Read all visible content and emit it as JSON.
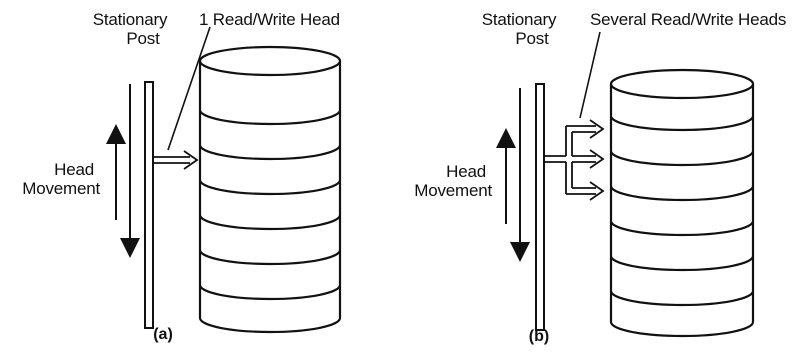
{
  "panel_a": {
    "post_label_line1": "Stationary",
    "post_label_line2": "Post",
    "head_label": "1 Read/Write Head",
    "movement_label_line1": "Head",
    "movement_label_line2": "Movement",
    "caption": "(a)"
  },
  "panel_b": {
    "post_label_line1": "Stationary",
    "post_label_line2": "Post",
    "head_label": "Several Read/Write Heads",
    "movement_label_line1": "Head",
    "movement_label_line2": "Movement",
    "caption": "(b)"
  },
  "colors": {
    "stroke": "#111111",
    "background": "#ffffff"
  }
}
